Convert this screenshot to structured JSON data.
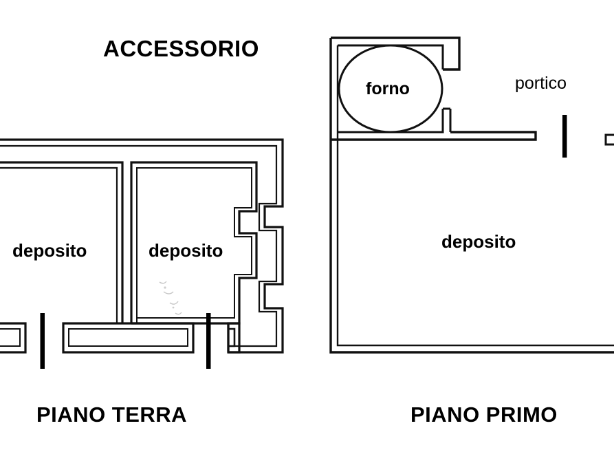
{
  "document": {
    "type": "floor-plan",
    "title": "ACCESSORIO",
    "language": "it"
  },
  "colors": {
    "background": "#ffffff",
    "ink": "#000000",
    "wall_stroke": "#1a1a1a"
  },
  "headings": {
    "main_title": "ACCESSORIO"
  },
  "plans": [
    {
      "id": "piano-terra",
      "caption": "PIANO TERRA",
      "rooms": [
        {
          "id": "deposito-left",
          "label": "deposito"
        },
        {
          "id": "deposito-mid",
          "label": "deposito"
        }
      ],
      "openings": [
        {
          "id": "door-left",
          "label": ""
        },
        {
          "id": "door-mid",
          "label": ""
        }
      ]
    },
    {
      "id": "piano-primo",
      "caption": "PIANO PRIMO",
      "rooms": [
        {
          "id": "forno",
          "label": "forno"
        },
        {
          "id": "deposito-right",
          "label": "deposito"
        },
        {
          "id": "portico",
          "label": "portico"
        }
      ],
      "openings": [
        {
          "id": "door-portico",
          "label": ""
        }
      ]
    }
  ],
  "labels": {
    "accessorio": "ACCESSORIO",
    "piano_terra": "PIANO TERRA",
    "piano_primo": "PIANO PRIMO",
    "deposito_left": "deposito",
    "deposito_mid": "deposito",
    "deposito_right": "deposito",
    "forno": "forno",
    "portico": "portico"
  },
  "icons": {
    "door_swing": "door-opening-marker",
    "oven": "circular-oven-symbol"
  }
}
